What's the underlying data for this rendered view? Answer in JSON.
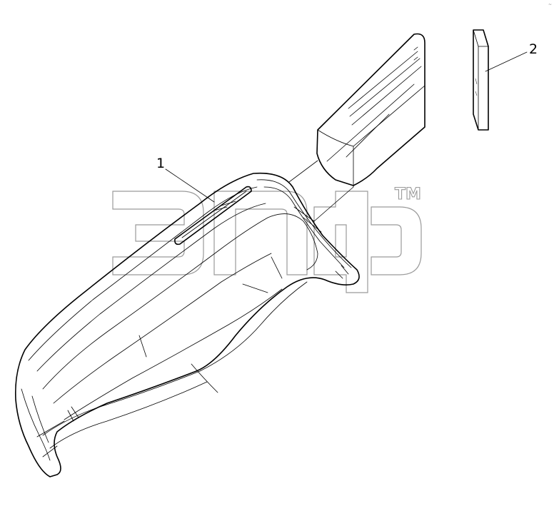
{
  "diagram": {
    "callouts": [
      {
        "label": "1"
      },
      {
        "label": "2"
      }
    ],
    "watermark": {
      "text": "эпд",
      "trademark": "TM"
    },
    "corner_mark": "~",
    "colors": {
      "line": "#000000",
      "watermark": "#9a9a9a",
      "background": "#ffffff"
    }
  }
}
